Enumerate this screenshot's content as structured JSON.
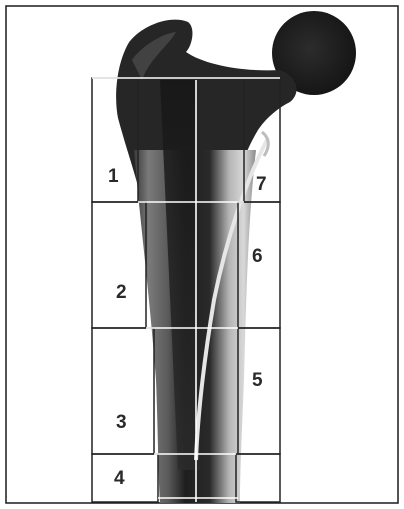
{
  "figure": {
    "zones_left": [
      {
        "label": "1"
      },
      {
        "label": "2"
      },
      {
        "label": "3"
      },
      {
        "label": "4"
      }
    ],
    "zones_right": [
      {
        "label": "7"
      },
      {
        "label": "6"
      },
      {
        "label": "5"
      }
    ],
    "colors": {
      "background": "#ffffff",
      "frame": "#1a1a1a",
      "bone_dark": "#1c1c1c",
      "bone_mid": "#5a5a5a",
      "bone_light": "#c8c8c8",
      "grid_lines": "#ffffff",
      "zone_boxes": "#222222"
    }
  }
}
